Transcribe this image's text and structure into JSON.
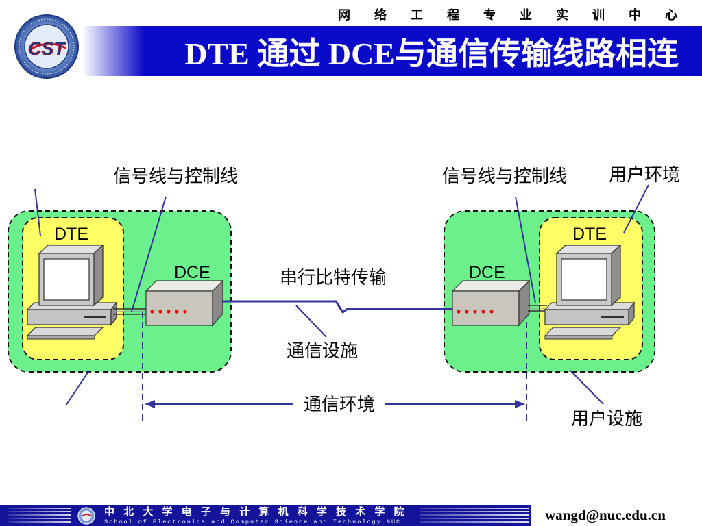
{
  "header": {
    "center_name": "网 络 工 程 专 业 实 训 中 心",
    "title": "DTE 通过 DCE与通信传输线路相连",
    "logo_mark": "CST"
  },
  "diagram": {
    "left": {
      "dte_label": "DTE",
      "dce_label": "DCE",
      "signal_label": "信号线与控制线"
    },
    "right": {
      "dte_label": "DTE",
      "dce_label": "DCE",
      "signal_label": "信号线与控制线"
    },
    "serial_label": "串行比特传输",
    "comm_facility_label": "通信设施",
    "comm_env_label": "通信环境",
    "user_env_label": "用户环境",
    "user_facility_label": "用户设施"
  },
  "footer": {
    "school_cn": "中 北 大 学 电 子 与 计 算 机 科 学 技 术 学 院",
    "school_en": "School of Electronics and Computer Science and Technology,NUC",
    "email": "wangd@nuc.edu.cn"
  },
  "icons": {
    "logo": "school-logo-icon",
    "computer": "computer-icon",
    "modem": "modem-icon"
  },
  "colors": {
    "title_bar": "#0a0ac8",
    "footer_bar": "#14149a",
    "facility_fill": "#6cf08c",
    "environment_fill": "#ffff66",
    "line": "#333399"
  }
}
